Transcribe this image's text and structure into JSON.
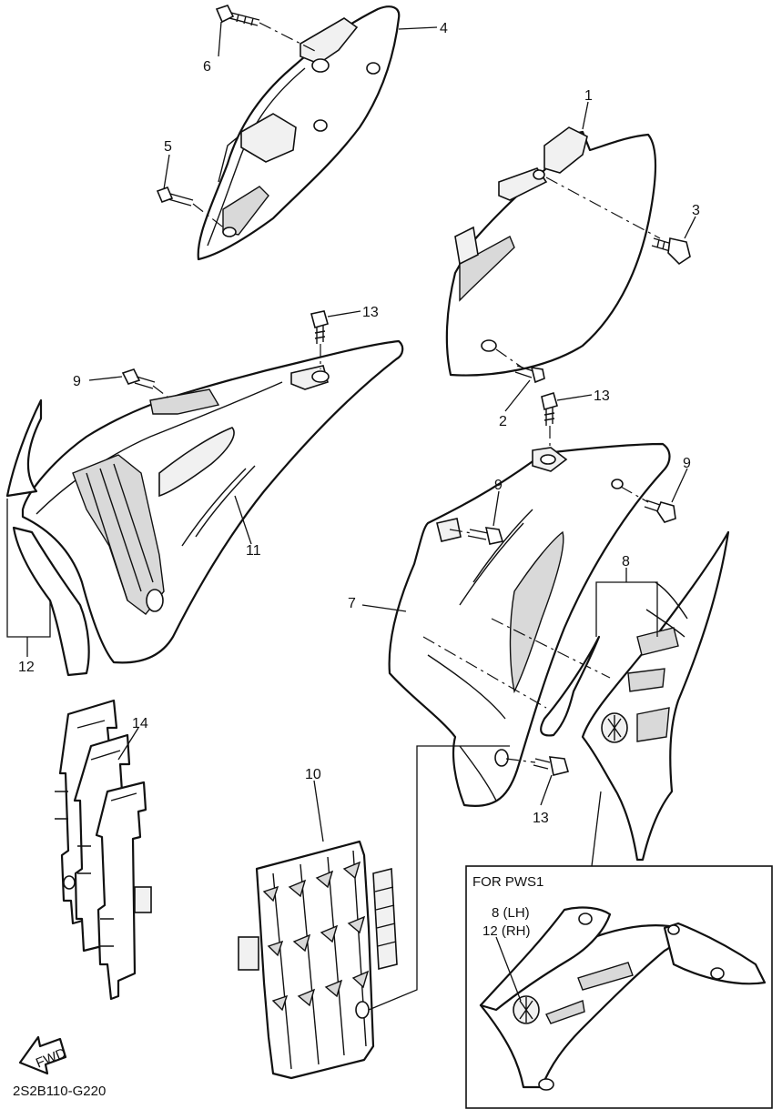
{
  "diagram": {
    "callouts": [
      {
        "id": "c1",
        "text": "1"
      },
      {
        "id": "c2",
        "text": "2"
      },
      {
        "id": "c3",
        "text": "3"
      },
      {
        "id": "c4",
        "text": "4"
      },
      {
        "id": "c5",
        "text": "5"
      },
      {
        "id": "c6",
        "text": "6"
      },
      {
        "id": "c7",
        "text": "7"
      },
      {
        "id": "c8",
        "text": "8"
      },
      {
        "id": "c9a",
        "text": "9"
      },
      {
        "id": "c9b",
        "text": "9"
      },
      {
        "id": "c9c",
        "text": "9"
      },
      {
        "id": "c10",
        "text": "10"
      },
      {
        "id": "c11",
        "text": "11"
      },
      {
        "id": "c12",
        "text": "12"
      },
      {
        "id": "c13a",
        "text": "13"
      },
      {
        "id": "c13b",
        "text": "13"
      },
      {
        "id": "c13c",
        "text": "13"
      },
      {
        "id": "c14",
        "text": "14"
      }
    ],
    "inset": {
      "title": "FOR PWS1",
      "label_lh": "8 (LH)",
      "label_rh": "12 (RH)"
    },
    "fwd_label": "FWD",
    "drawing_code": "2S2B110-G220"
  }
}
